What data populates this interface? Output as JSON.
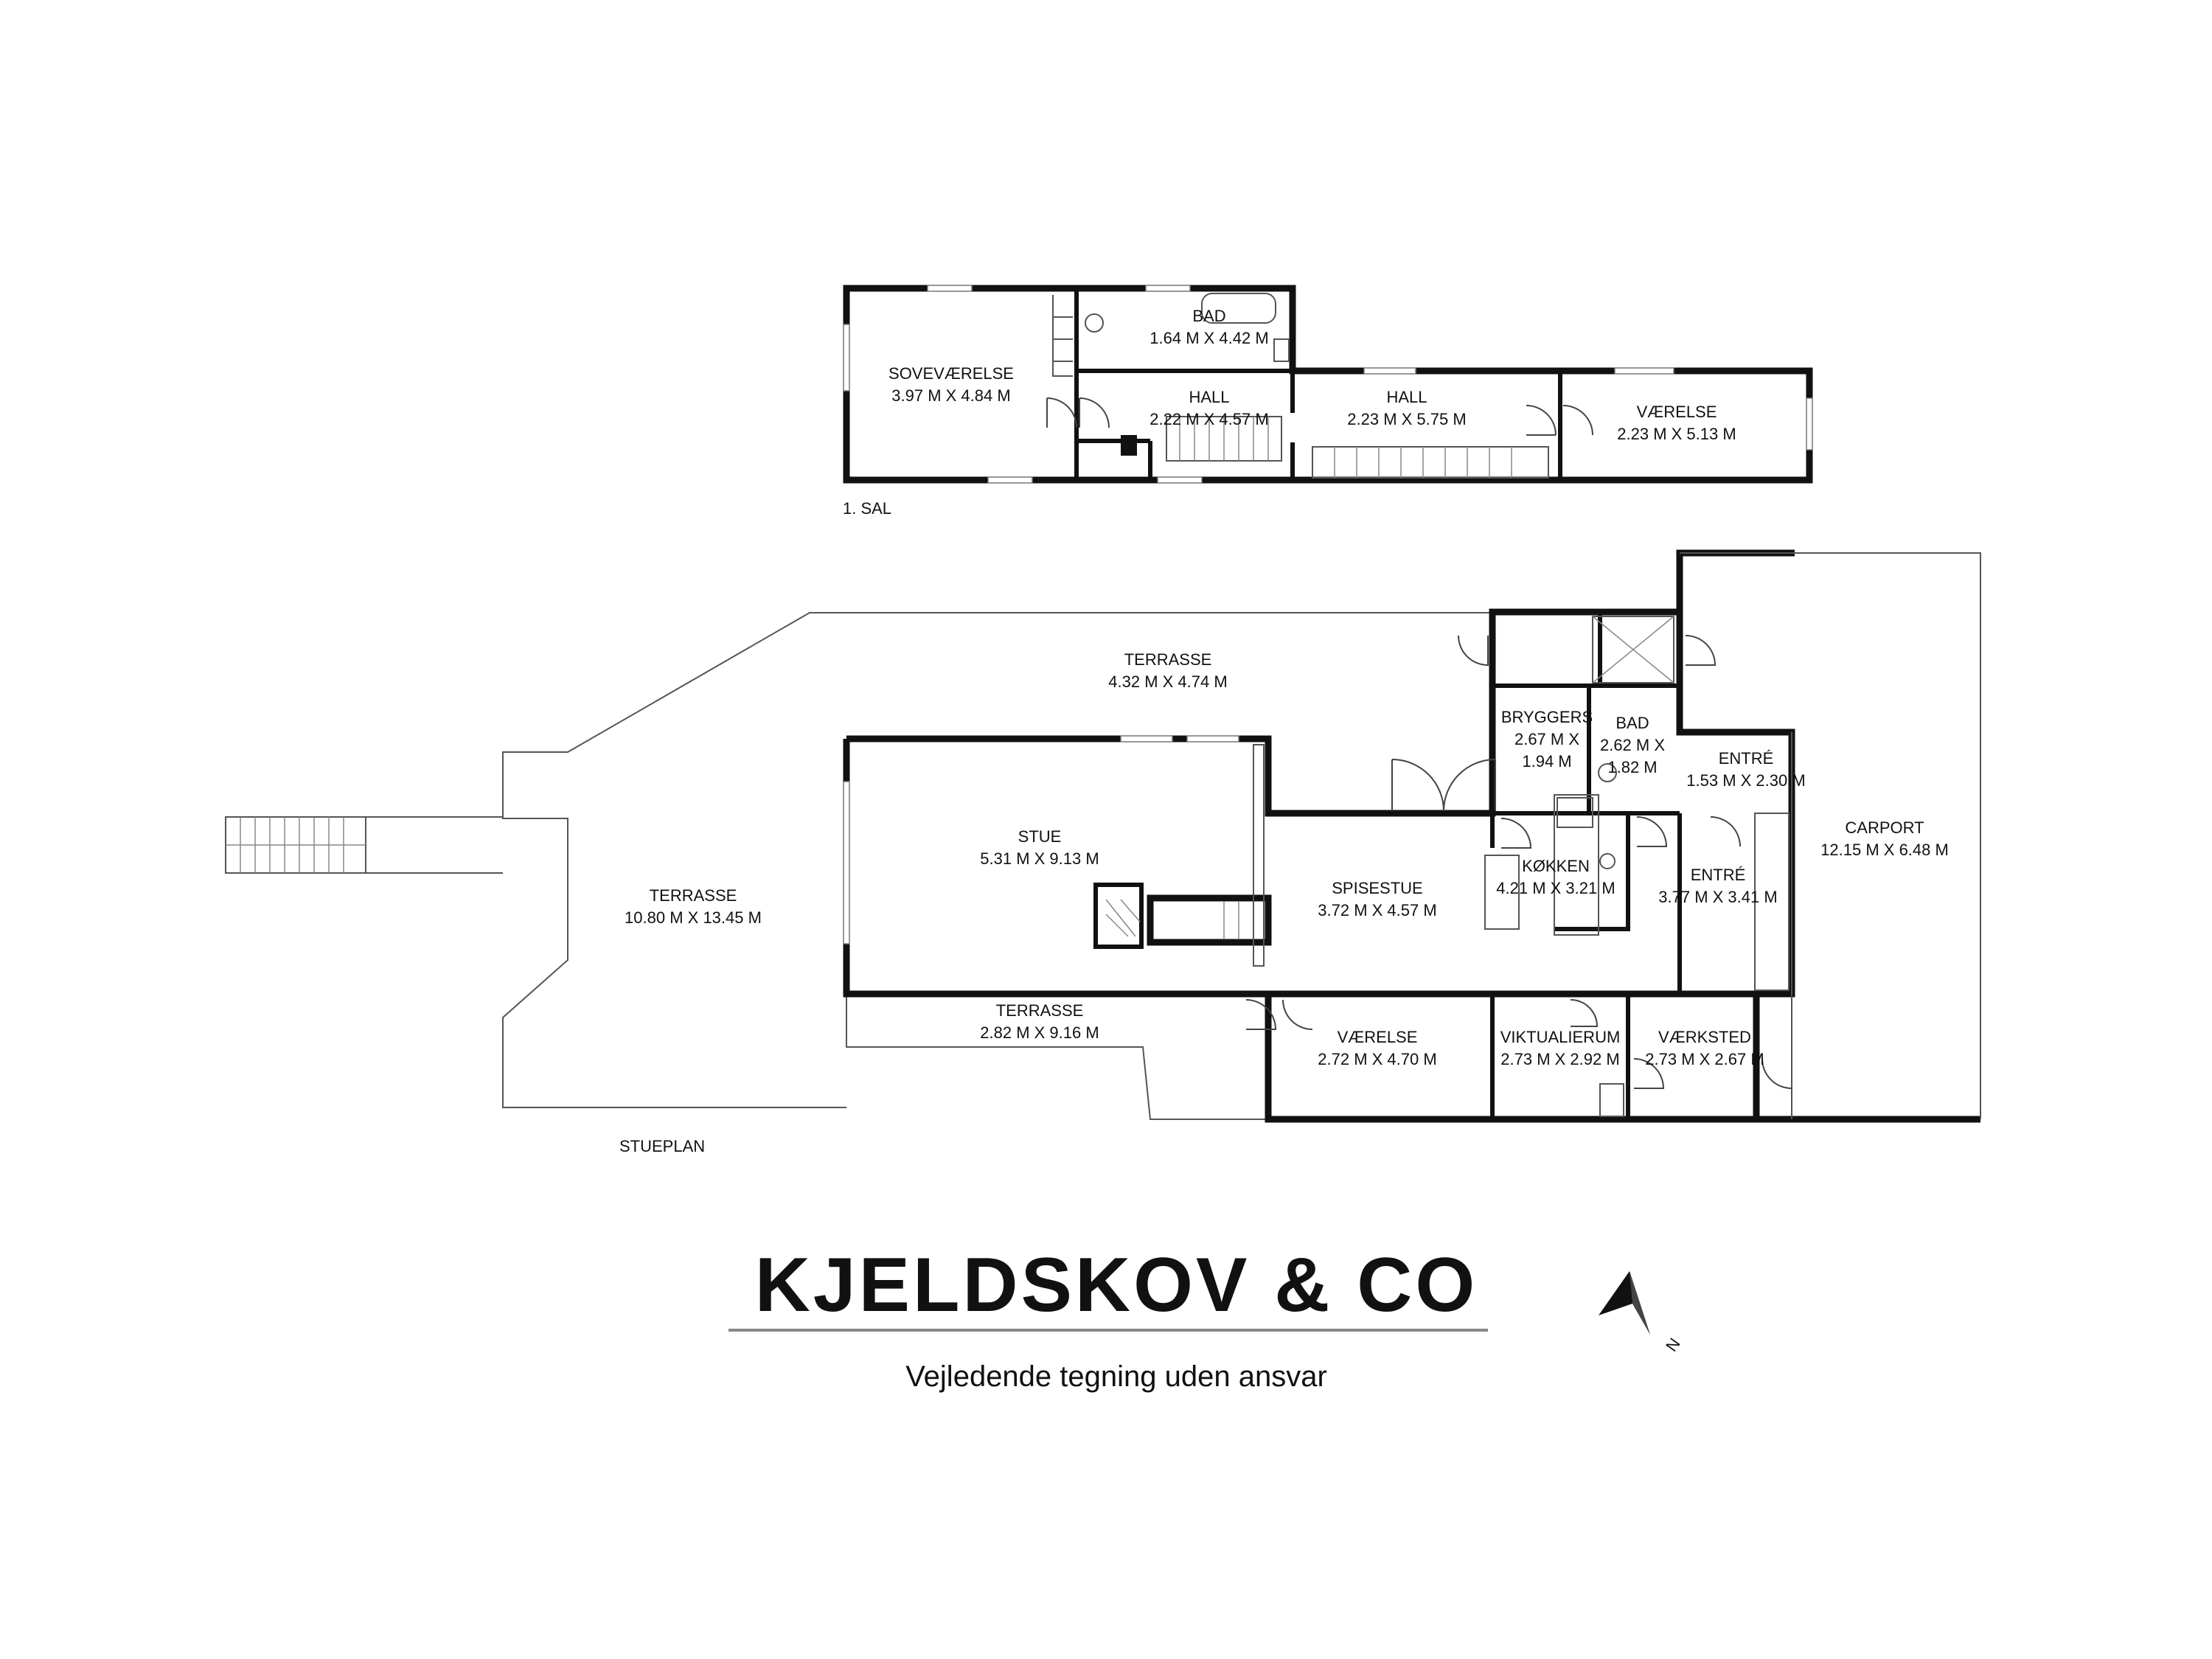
{
  "floors": [
    {
      "id": "first",
      "caption": "1. SAL"
    },
    {
      "id": "ground",
      "caption": "STUEPLAN"
    }
  ],
  "rooms": [
    {
      "id": "sovevaerelse",
      "name": "SOVEVÆRELSE",
      "size": "3.97 M X 4.84 M"
    },
    {
      "id": "bad-1",
      "name": "BAD",
      "size": "1.64 M X 4.42 M"
    },
    {
      "id": "hall-1",
      "name": "HALL",
      "size": "2.22 M X 4.57 M"
    },
    {
      "id": "hall-2",
      "name": "HALL",
      "size": "2.23 M X 5.75 M"
    },
    {
      "id": "vaerelse-1",
      "name": "VÆRELSE",
      "size": "2.23 M X 5.13 M"
    },
    {
      "id": "terrasse-top",
      "name": "TERRASSE",
      "size": "4.32 M X 4.74 M"
    },
    {
      "id": "terrasse-left",
      "name": "TERRASSE",
      "size": "10.80 M X  13.45 M"
    },
    {
      "id": "stue",
      "name": "STUE",
      "size": "5.31 M X 9.13 M"
    },
    {
      "id": "spisestue",
      "name": "SPISESTUE",
      "size": "3.72 M X 4.57 M"
    },
    {
      "id": "bryggers",
      "name": "BRYGGERS",
      "size": "2.67 M X",
      "size2": "1.94 M"
    },
    {
      "id": "bad-2",
      "name": "BAD",
      "size": "2.62 M X",
      "size2": "1.82 M"
    },
    {
      "id": "entre-small",
      "name": "ENTRÉ",
      "size": "1.53 M X 2.30 M"
    },
    {
      "id": "kokken",
      "name": "KØKKEN",
      "size": "4.21 M X 3.21 M"
    },
    {
      "id": "entre-main",
      "name": "ENTRÉ",
      "size": "3.77 M X 3.41 M"
    },
    {
      "id": "carport",
      "name": "CARPORT",
      "size": "12.15 M X 6.48 M"
    },
    {
      "id": "terrasse-bottom",
      "name": "TERRASSE",
      "size": "2.82 M X 9.16 M"
    },
    {
      "id": "vaerelse-2",
      "name": "VÆRELSE",
      "size": "2.72 M X 4.70 M"
    },
    {
      "id": "viktualierum",
      "name": "VIKTUALIERUM",
      "size": "2.73 M X 2.92 M"
    },
    {
      "id": "vaerksted",
      "name": "VÆRKSTED",
      "size": "2.73 M X 2.67 M"
    }
  ],
  "brand": {
    "name": "KJELDSKOV & CO",
    "tagline": "Vejledende tegning uden ansvar"
  },
  "compass": {
    "letter": "N"
  }
}
